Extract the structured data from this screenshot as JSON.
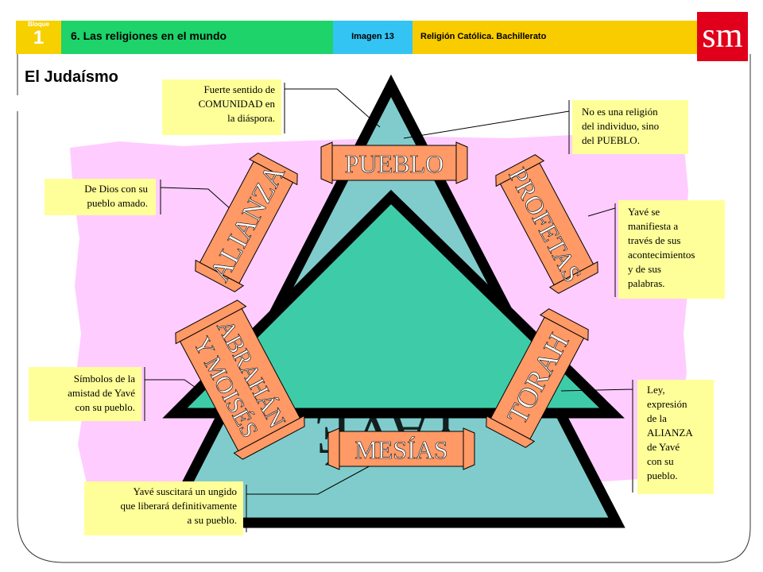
{
  "header": {
    "block_label": "Bloque",
    "block_number": "1",
    "section": "6. Las religiones en el mundo",
    "image_ref": "Imagen 13",
    "course": "Religión Católica. Bachillerato",
    "logo": "sm"
  },
  "page_title": "El Judaísmo",
  "center_text": "YAVÉ",
  "banners": {
    "pueblo": "PUEBLO",
    "mesias": "MESÍAS",
    "alianza": "ALIANZA",
    "profetas": "PROFETAS",
    "abrahan_line1": "ABRAHÁN",
    "abrahan_line2": "Y MOISÉS",
    "torah": "TORAH"
  },
  "notes": {
    "comunidad": [
      "Fuerte sentido de",
      "COMUNIDAD en",
      "la diáspora."
    ],
    "pueblo": [
      "No es una religión",
      "del individuo, sino",
      "del PUEBLO."
    ],
    "alianza": [
      "De Dios con  su",
      "pueblo amado."
    ],
    "profetas": [
      "Yavé se",
      "manifiesta a",
      "través de sus",
      "acontecimientos",
      "y de sus",
      "palabras."
    ],
    "simbolos": [
      "Símbolos de la",
      "amistad de Yavé",
      "con su pueblo."
    ],
    "torah": [
      "Ley,",
      "expresión",
      "de la",
      "ALIANZA",
      "de Yavé",
      "con su",
      "pueblo."
    ],
    "mesias": [
      "Yavé suscitará un ungido",
      "que liberará definitivamente",
      "a su pueblo."
    ]
  },
  "colors": {
    "pink_background": "#ffccff",
    "teal_outer": "#80cccc",
    "teal_inner": "#3ecca8",
    "banner_fill": "#ff9966",
    "note_fill": "#ffff99",
    "logo_red": "#e0001b"
  }
}
